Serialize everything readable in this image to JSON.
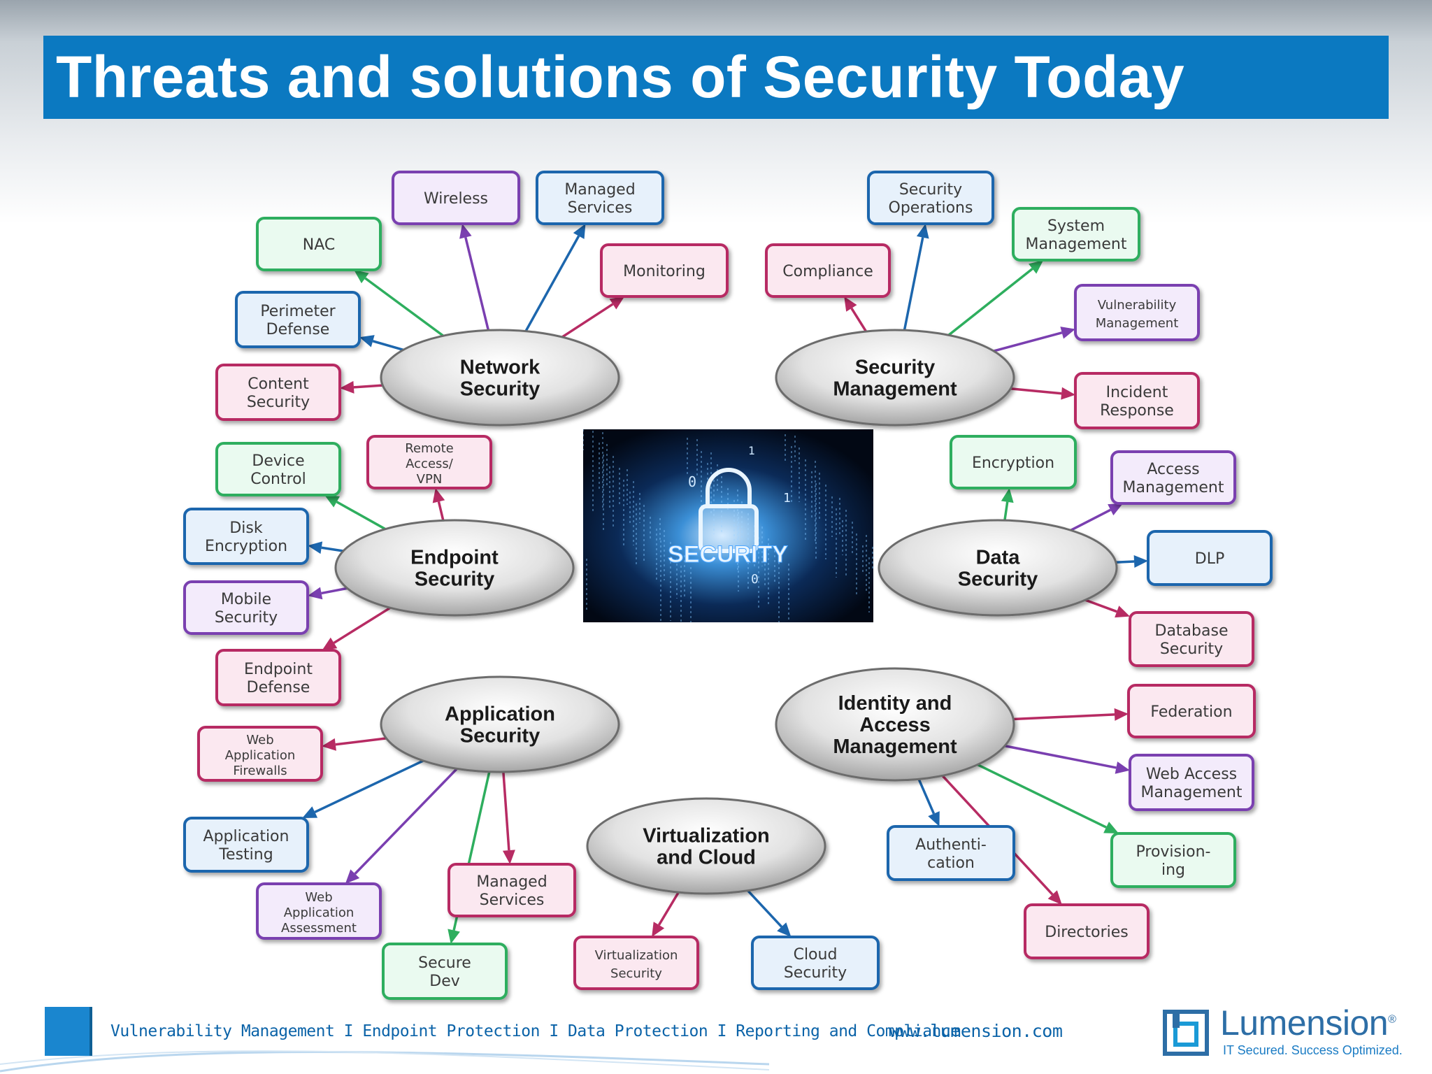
{
  "header": {
    "title": "Threats and solutions of Security Today"
  },
  "colors": {
    "title_bg": "#0b79c1",
    "green": "#2eae5e",
    "purple": "#7a3fb0",
    "blue": "#1c66ad",
    "pink": "#b72b63"
  },
  "center_image": {
    "label": "SECURITY",
    "icon": "padlock-icon"
  },
  "hubs": [
    {
      "key": "network",
      "lines": [
        "Network",
        "Security"
      ]
    },
    {
      "key": "secmgmt",
      "lines": [
        "Security",
        "Management"
      ]
    },
    {
      "key": "endpoint",
      "lines": [
        "Endpoint",
        "Security"
      ]
    },
    {
      "key": "data",
      "lines": [
        "Data",
        "Security"
      ]
    },
    {
      "key": "app",
      "lines": [
        "Application",
        "Security"
      ]
    },
    {
      "key": "iam",
      "lines": [
        "Identity and",
        "Access",
        "Management"
      ]
    },
    {
      "key": "virt",
      "lines": [
        "Virtualization",
        "and Cloud"
      ]
    }
  ],
  "nodes": [
    {
      "hub": "network",
      "color": "purple",
      "lines": [
        "Wireless"
      ]
    },
    {
      "hub": "network",
      "color": "blue",
      "lines": [
        "Managed",
        "Services"
      ]
    },
    {
      "hub": "network",
      "color": "green",
      "lines": [
        "NAC"
      ]
    },
    {
      "hub": "network",
      "color": "pink",
      "lines": [
        "Monitoring"
      ]
    },
    {
      "hub": "network",
      "color": "blue",
      "lines": [
        "Perimeter",
        "Defense"
      ]
    },
    {
      "hub": "network",
      "color": "pink",
      "lines": [
        "Content",
        "Security"
      ]
    },
    {
      "hub": "secmgmt",
      "color": "blue",
      "lines": [
        "Security",
        "Operations"
      ]
    },
    {
      "hub": "secmgmt",
      "color": "green",
      "lines": [
        "System",
        "Management"
      ]
    },
    {
      "hub": "secmgmt",
      "color": "pink",
      "lines": [
        "Compliance"
      ]
    },
    {
      "hub": "secmgmt",
      "color": "purple",
      "lines": [
        "Vulnerability",
        "Management"
      ]
    },
    {
      "hub": "secmgmt",
      "color": "pink",
      "lines": [
        "Incident",
        "Response"
      ]
    },
    {
      "hub": "endpoint",
      "color": "green",
      "lines": [
        "Device",
        "Control"
      ]
    },
    {
      "hub": "endpoint",
      "color": "pink",
      "lines": [
        "Remote",
        "Access/",
        "VPN"
      ]
    },
    {
      "hub": "endpoint",
      "color": "blue",
      "lines": [
        "Disk",
        "Encryption"
      ]
    },
    {
      "hub": "endpoint",
      "color": "purple",
      "lines": [
        "Mobile",
        "Security"
      ]
    },
    {
      "hub": "endpoint",
      "color": "pink",
      "lines": [
        "Endpoint",
        "Defense"
      ]
    },
    {
      "hub": "data",
      "color": "green",
      "lines": [
        "Encryption"
      ]
    },
    {
      "hub": "data",
      "color": "purple",
      "lines": [
        "Access",
        "Management"
      ]
    },
    {
      "hub": "data",
      "color": "blue",
      "lines": [
        "DLP"
      ]
    },
    {
      "hub": "data",
      "color": "pink",
      "lines": [
        "Database",
        "Security"
      ]
    },
    {
      "hub": "app",
      "color": "pink",
      "lines": [
        "Web",
        "Application",
        "Firewalls"
      ]
    },
    {
      "hub": "app",
      "color": "blue",
      "lines": [
        "Application",
        "Testing"
      ]
    },
    {
      "hub": "app",
      "color": "purple",
      "lines": [
        "Web",
        "Application",
        "Assessment"
      ]
    },
    {
      "hub": "app",
      "color": "pink",
      "lines": [
        "Managed",
        "Services"
      ]
    },
    {
      "hub": "app",
      "color": "green",
      "lines": [
        "Secure",
        "Dev"
      ]
    },
    {
      "hub": "iam",
      "color": "pink",
      "lines": [
        "Federation"
      ]
    },
    {
      "hub": "iam",
      "color": "purple",
      "lines": [
        "Web Access",
        "Management"
      ]
    },
    {
      "hub": "iam",
      "color": "blue",
      "lines": [
        "Authenti-",
        "cation"
      ]
    },
    {
      "hub": "iam",
      "color": "green",
      "lines": [
        "Provision-",
        "ing"
      ]
    },
    {
      "hub": "iam",
      "color": "pink",
      "lines": [
        "Directories"
      ]
    },
    {
      "hub": "virt",
      "color": "pink",
      "lines": [
        "Virtualization",
        "Security"
      ]
    },
    {
      "hub": "virt",
      "color": "blue",
      "lines": [
        "Cloud",
        "Security"
      ]
    }
  ],
  "footer": {
    "tagline": "Vulnerability Management I Endpoint Protection I Data Protection I Reporting and Compliance",
    "url": "www.lumension.com",
    "logo_name": "Lumension",
    "logo_trademark": "®",
    "logo_tag": "IT Secured. Success Optimized."
  }
}
